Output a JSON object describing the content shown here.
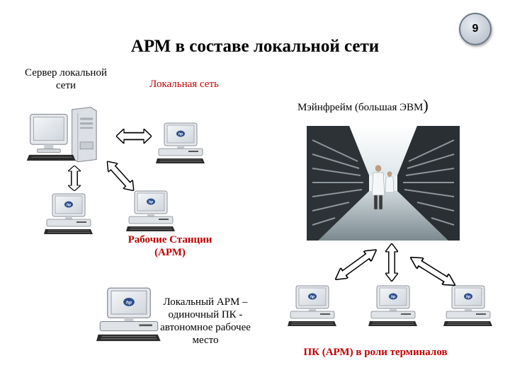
{
  "title": "АРМ в составе локальной сети",
  "page_number": "9",
  "labels": {
    "server": "Сервер локальной сети",
    "lan": "Локальная сеть",
    "mainframe": "Мэйнфрейм (большая ЭВМ",
    "mainframe_paren": ")",
    "workstations": "Рабочие Станции (АРМ)",
    "local_arm": "Локальный АРМ – одиночный ПК - автономное рабочее место",
    "terminals": "ПК (АРМ) в роли терминалов"
  },
  "colors": {
    "accent_red": "#c00000",
    "arrow_fill": "#ffffff",
    "arrow_stroke": "#000000"
  },
  "icons": {
    "pc_logo": "hp-logo-icon"
  }
}
